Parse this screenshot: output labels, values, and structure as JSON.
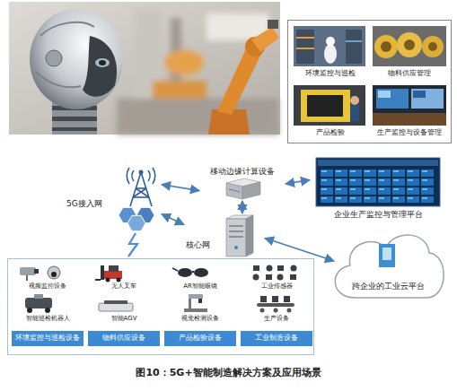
{
  "diagram": {
    "caption": "图10：5G+智能制造解决方案及应用场景",
    "nodes": [
      {
        "text": []
      },
      {
        "text": [
          "环境监控与巡检"
        ],
        "in": 0
      },
      {
        "text": [
          "物料供应管理"
        ],
        "in": 0
      },
      {
        "text": [
          "产品检验"
        ],
        "in": 0
      },
      {
        "text": [
          "生产监控与设备管理"
        ],
        "in": 0
      },
      {
        "text": [
          "5G接入网"
        ]
      },
      {
        "text": [
          "移动边缘计算设备"
        ]
      },
      {
        "text": [
          "企业生产监控与管理平台"
        ]
      },
      {
        "text": [
          "核心网"
        ]
      },
      {
        "text": [
          "跨企业的工业云平台"
        ]
      },
      {
        "text": []
      },
      {
        "text": [
          "视频监控设备",
          "智能巡检机器人"
        ],
        "in": 10
      },
      {
        "text": [
          "环境监控与巡检设备"
        ],
        "in": 11
      },
      {
        "text": [
          "无人叉车",
          "智能AGV"
        ],
        "in": 10
      },
      {
        "text": [
          "物料供应设备"
        ],
        "in": 13
      },
      {
        "text": [
          "AR智能眼镜",
          "视觉检测设备"
        ],
        "in": 10
      },
      {
        "text": [
          "产品检验设备"
        ],
        "in": 15
      },
      {
        "text": [
          "工业传感器",
          "生产设备"
        ],
        "in": 10
      },
      {
        "text": [
          "工业制造设备"
        ],
        "in": 17
      }
    ],
    "edges": [
      {
        "from": 5,
        "to": 6,
        "arrow": "both"
      },
      {
        "from": 5,
        "to": 8,
        "arrow": "both"
      },
      {
        "from": 6,
        "to": 7,
        "arrow": "both"
      },
      {
        "from": 6,
        "to": 8,
        "arrow": "both"
      },
      {
        "from": 8,
        "to": 9,
        "arrow": "both"
      }
    ]
  }
}
